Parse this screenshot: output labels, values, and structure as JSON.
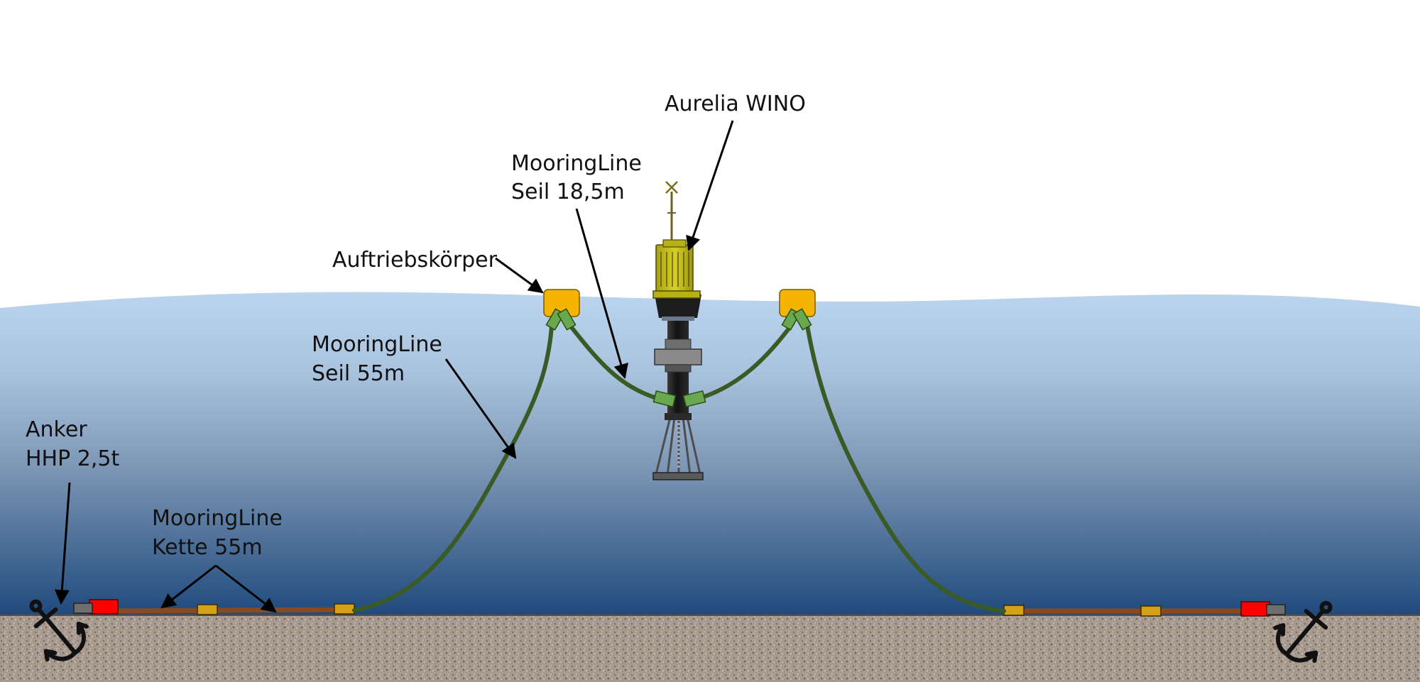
{
  "labels": {
    "aurelia": "Aurelia WINO",
    "mooring_short_l1": "MooringLine",
    "mooring_short_l2": "Seil 18,5m",
    "buoyancy": "Auftriebskörper",
    "mooring_rope_l1": "MooringLine",
    "mooring_rope_l2": "Seil 55m",
    "anchor_l1": "Anker",
    "anchor_l2": "HHP 2,5t",
    "chain_l1": "MooringLine",
    "chain_l2": "Kette 55m"
  },
  "colors": {
    "sky": "#ffffff",
    "water_top": "#bcd5ee",
    "water_bottom": "#1f4a7c",
    "seabed": "#a89a8e",
    "rope": "#3a5a26",
    "chain": "#8a4a1e",
    "float": "#f4b400",
    "connector": "#6aa84f",
    "weight": "#ff0000",
    "clamp": "#d4a017",
    "buoy_top": "#c9c317",
    "anchor": "#111111"
  },
  "icons": {
    "anchor": "anchor-icon",
    "wind_sensor": "wind-sensor-icon"
  }
}
